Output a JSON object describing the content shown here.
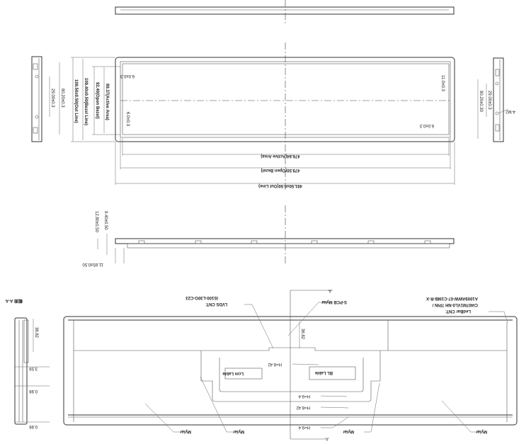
{
  "front_view": {
    "dims_vertical": {
      "out_line": "109.50±0.50(Out Line)",
      "bezel_line": "109.40±0.50(Bezel Line)",
      "open_bezel": "92.40(Open Bezel)",
      "active_area": "89.37(Active Area)"
    },
    "dims_horizontal": {
      "active_area": "476.64(Active Area)",
      "open_bezel": "479.50(Open Bezel)",
      "out_line": "491.50±0.50(Out Line)"
    },
    "inner_offsets": [
      "6.0±0.3",
      "6.0±0.3",
      "11.0±0.3",
      "6.0±0.3"
    ]
  },
  "left_side_view": {
    "dims": [
      "80.20±0.3",
      "29.00±0.3"
    ]
  },
  "right_side_view": {
    "dims": [
      "80.20±0.30",
      "29.00±0.3"
    ],
    "screw_label": "4-M2"
  },
  "bottom_side_view": {
    "dims": [
      "12.80±0.50",
      "9.40±0.50",
      "11.65±0.50"
    ]
  },
  "section_view": {
    "title": "截面 A-A",
    "dims": [
      "36.82",
      "3.59",
      "0.98",
      "0.98"
    ]
  },
  "back_view": {
    "section_marker": "A",
    "ledbar_cnt": [
      "LedBar CNT:",
      "CI407M1VL0-NH 7PIN /",
      "A1009AWW-07-C1MB-R-X"
    ],
    "lvds_cnt": [
      "LVDS CNT:",
      "IS100-L30O-C23"
    ],
    "spcb_mylar": "S-PCB Mylar",
    "dim_36": "36.82",
    "heights": [
      "H=8.42",
      "H=9.4",
      "H=8.42",
      "H=9.4"
    ],
    "labels": {
      "lcm": "Lcm Lable",
      "bl": "BL Lable"
    },
    "mylar": [
      "Mylar",
      "Mylar",
      "Mylar",
      "Mylar"
    ]
  }
}
